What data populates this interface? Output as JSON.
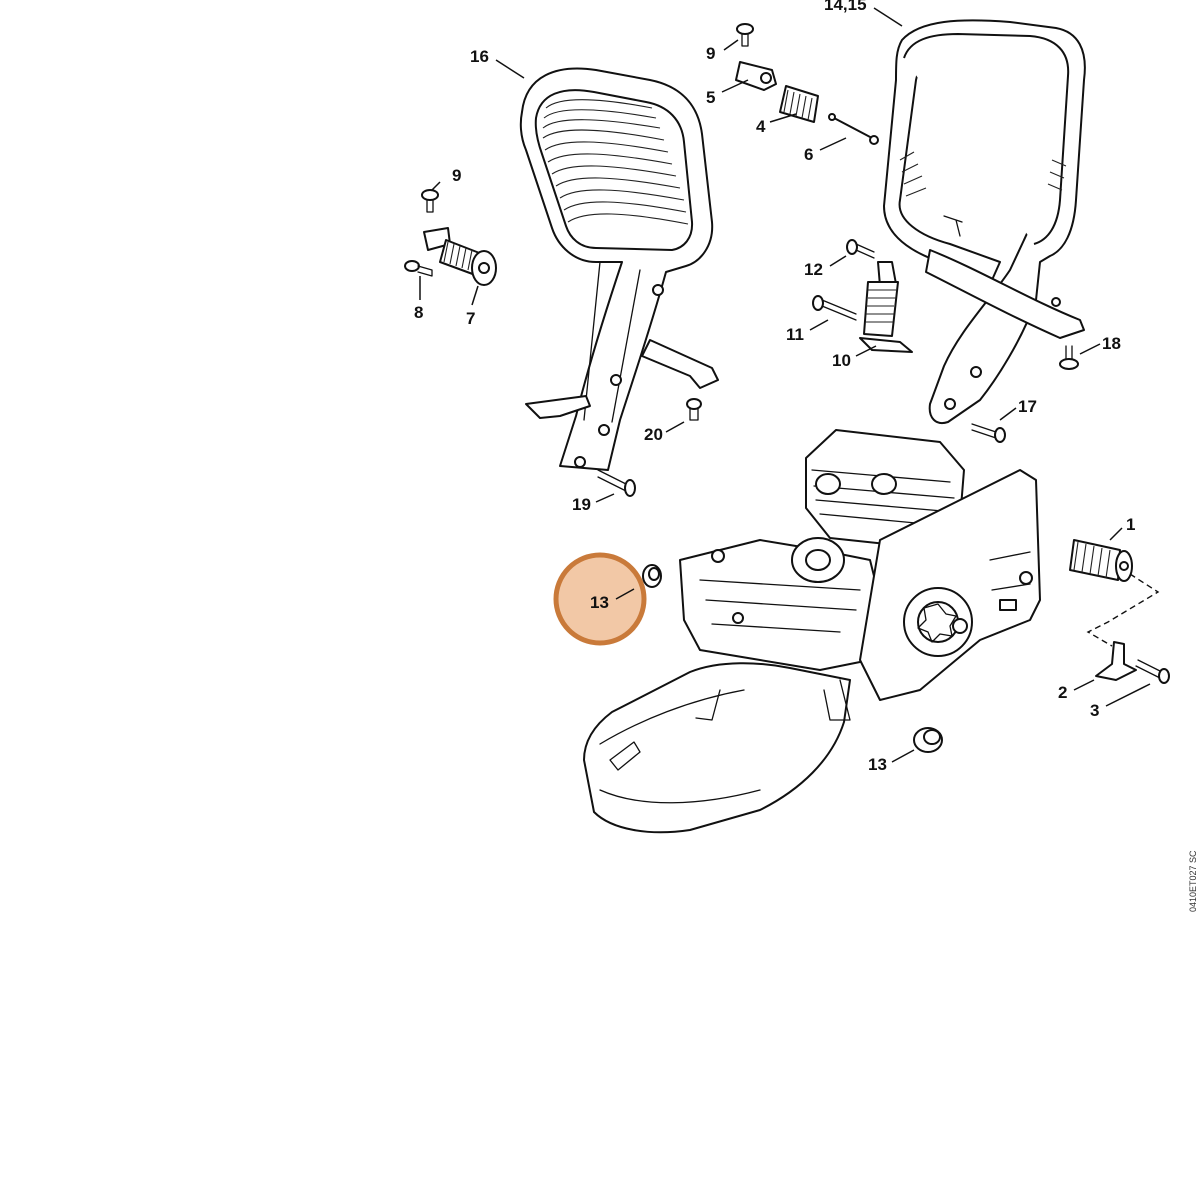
{
  "diagram": {
    "highlight_color": "#f2c8a6",
    "highlight_stroke": "#c97a3a",
    "highlight_label": "13",
    "drawing_code": "0410ET027 SC",
    "labels": {
      "l1": "1",
      "l2": "2",
      "l3": "3",
      "l4": "4",
      "l5": "5",
      "l6": "6",
      "l7": "7",
      "l8": "8",
      "l9a": "9",
      "l9b": "9",
      "l10": "10",
      "l11": "11",
      "l12": "12",
      "l13": "13",
      "l1415": "14,15",
      "l16": "16",
      "l17": "17",
      "l18": "18",
      "l19": "19",
      "l20": "20"
    }
  }
}
